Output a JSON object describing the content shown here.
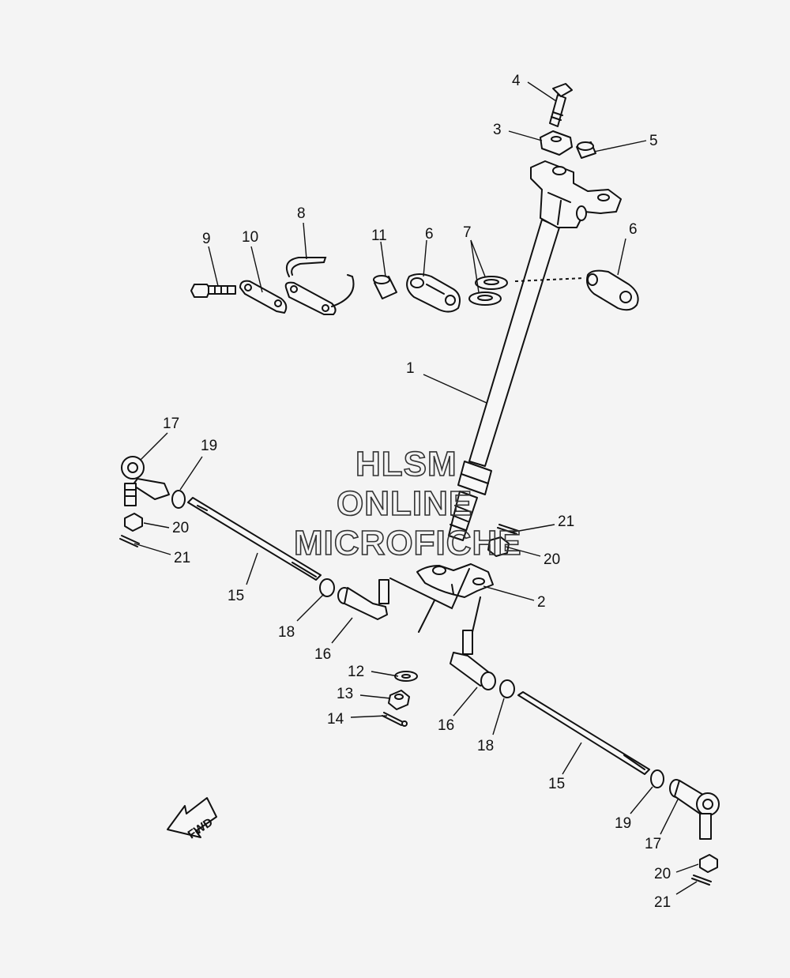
{
  "watermark": {
    "line1": "HLSM",
    "line2": "ONLINE",
    "line3": "MICROFICHE"
  },
  "fwd_label": "FWD",
  "callouts": {
    "n1": "1",
    "n2": "2",
    "n3": "3",
    "n4": "4",
    "n5": "5",
    "n6a": "6",
    "n6b": "6",
    "n7": "7",
    "n8": "8",
    "n9": "9",
    "n10": "10",
    "n11": "11",
    "n12": "12",
    "n13": "13",
    "n14": "14",
    "n15a": "15",
    "n15b": "15",
    "n16a": "16",
    "n16b": "16",
    "n17a": "17",
    "n17b": "17",
    "n18a": "18",
    "n18b": "18",
    "n19a": "19",
    "n19b": "19",
    "n20a": "20",
    "n20b": "20",
    "n20c": "20",
    "n21a": "21",
    "n21b": "21",
    "n21c": "21"
  }
}
